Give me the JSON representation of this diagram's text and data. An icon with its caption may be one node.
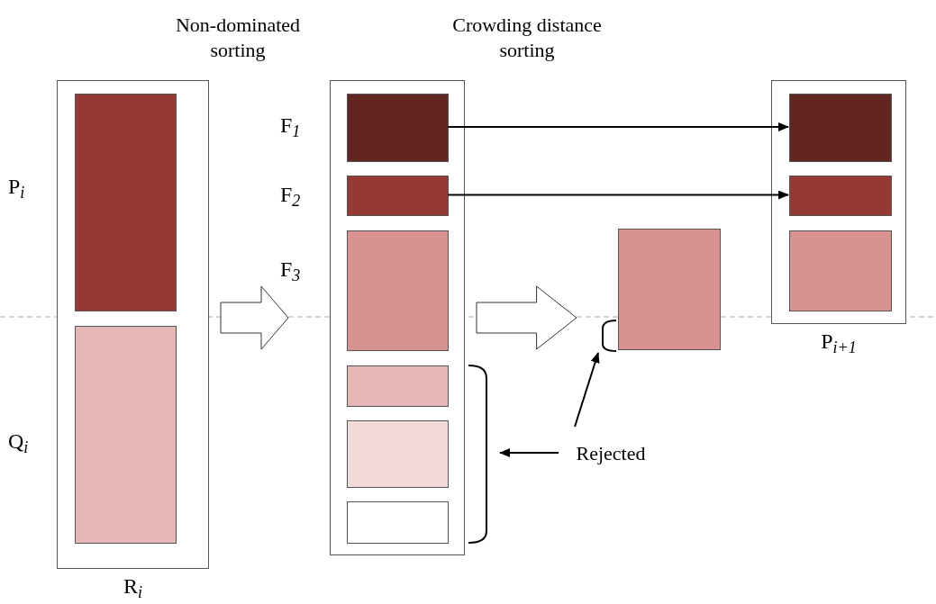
{
  "diagram": {
    "nodes": [
      {
        "text": [
          "R$_{i}$"
        ]
      },
      {
        "text": [],
        "shape": "box",
        "in": 0,
        "beside": [
          "P$_{i}$"
        ]
      },
      {
        "text": [],
        "shape": "box",
        "in": 0,
        "beside": [
          "Q$_{i}$"
        ]
      },
      {
        "text": [],
        "shape": "box"
      },
      {
        "text": [],
        "shape": "box",
        "in": 3,
        "beside": [
          "F$_{1}$"
        ]
      },
      {
        "text": [],
        "shape": "box",
        "in": 3,
        "beside": [
          "F$_{2}$"
        ]
      },
      {
        "text": [],
        "shape": "box",
        "in": 3,
        "beside": [
          "F$_{3}$"
        ]
      },
      {
        "text": [],
        "shape": "box",
        "in": 3
      },
      {
        "text": [],
        "shape": "box",
        "in": 3
      },
      {
        "text": [],
        "shape": "box",
        "in": 3
      },
      {
        "text": [],
        "shape": "box"
      },
      {
        "text": [
          "P$_{i+1}$"
        ]
      },
      {
        "text": [],
        "shape": "box",
        "in": 11
      },
      {
        "text": [],
        "shape": "box",
        "in": 11
      },
      {
        "text": [],
        "shape": "box",
        "in": 11
      },
      {
        "text": [
          "Rejected"
        ]
      }
    ],
    "edges": [
      {
        "from": 0,
        "to": 3,
        "arrow": "to",
        "style": "thick"
      },
      {
        "from": 3,
        "to": 10,
        "arrow": "to",
        "style": "thick"
      },
      {
        "from": 4,
        "to": 12,
        "arrow": "to"
      },
      {
        "from": 5,
        "to": 13,
        "arrow": "to"
      },
      {
        "from": 15,
        "to": 3,
        "arrow": "to"
      },
      {
        "from": 15,
        "to": 10,
        "arrow": "to"
      }
    ],
    "labels": [
      "Non-dominated sorting",
      "Crowding distance sorting"
    ]
  }
}
